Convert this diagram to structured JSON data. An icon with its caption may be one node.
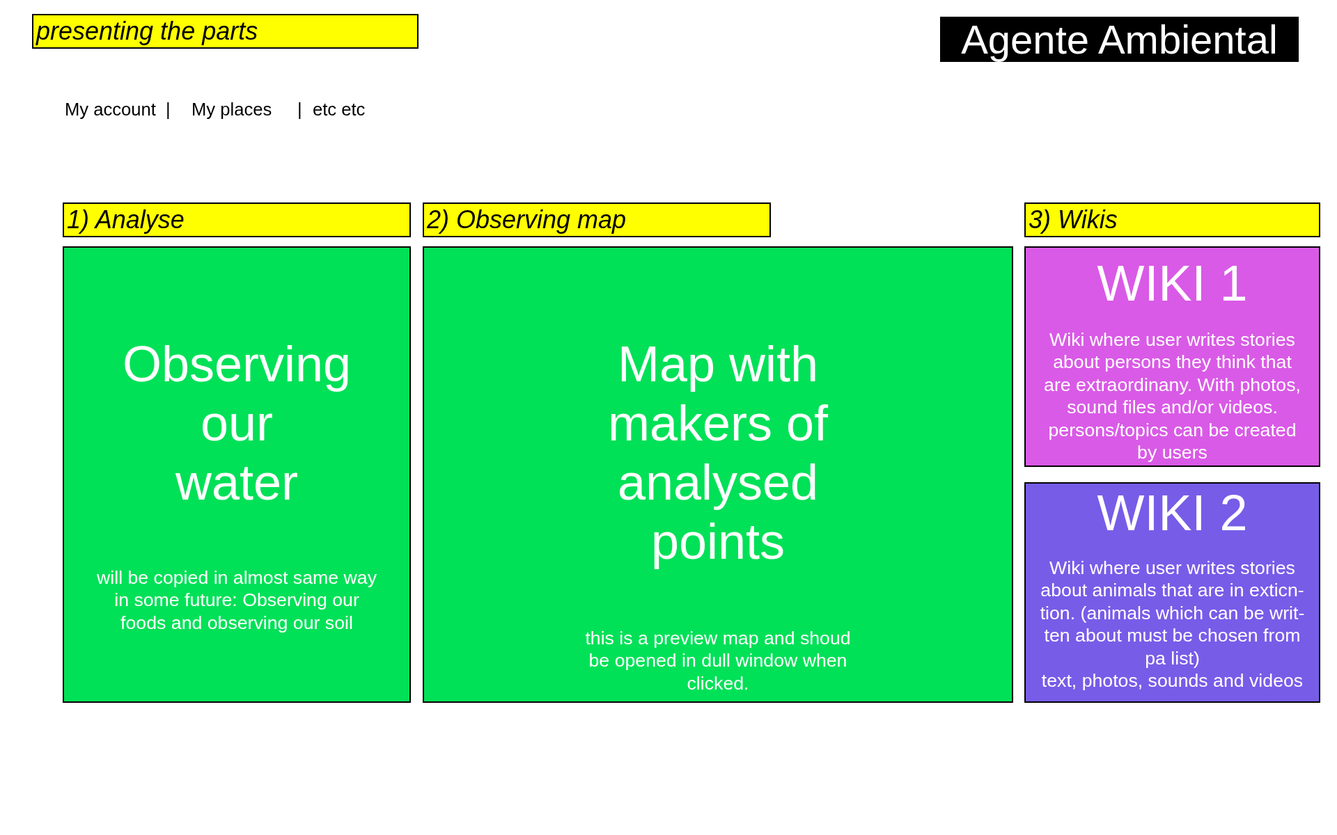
{
  "diagram": {
    "title": "Agente Ambiental",
    "nodes": [
      {
        "text": [
          "presenting the parts"
        ]
      },
      {
        "text": [
          "1) Analyse"
        ]
      },
      {
        "text": [
          "2) Observing map"
        ]
      },
      {
        "text": [
          "3) Wikis"
        ]
      },
      {
        "text": [
          "Observing our water",
          "will be copied in almost same way in some future: Observing our foods and observing our soil"
        ]
      },
      {
        "text": [
          "Map with makers of analysed points",
          "this is a preview map and shoud be opened in dull window when clicked."
        ]
      },
      {
        "text": [
          "WIKI 1",
          "Wiki where user writes stories about persons they think that are extraordinany. With photos, sound files and/or videos. persons/topics can be created by users"
        ]
      },
      {
        "text": [
          "WIKI 2",
          "Wiki where user writes stories about animals that are in exticn- tion. (animals which can be writ- ten about must be chosen from pa list)",
          "text, photos, sounds and videos"
        ]
      }
    ],
    "labels": [
      "My account",
      "|",
      "My places",
      "|",
      "etc etc"
    ]
  }
}
